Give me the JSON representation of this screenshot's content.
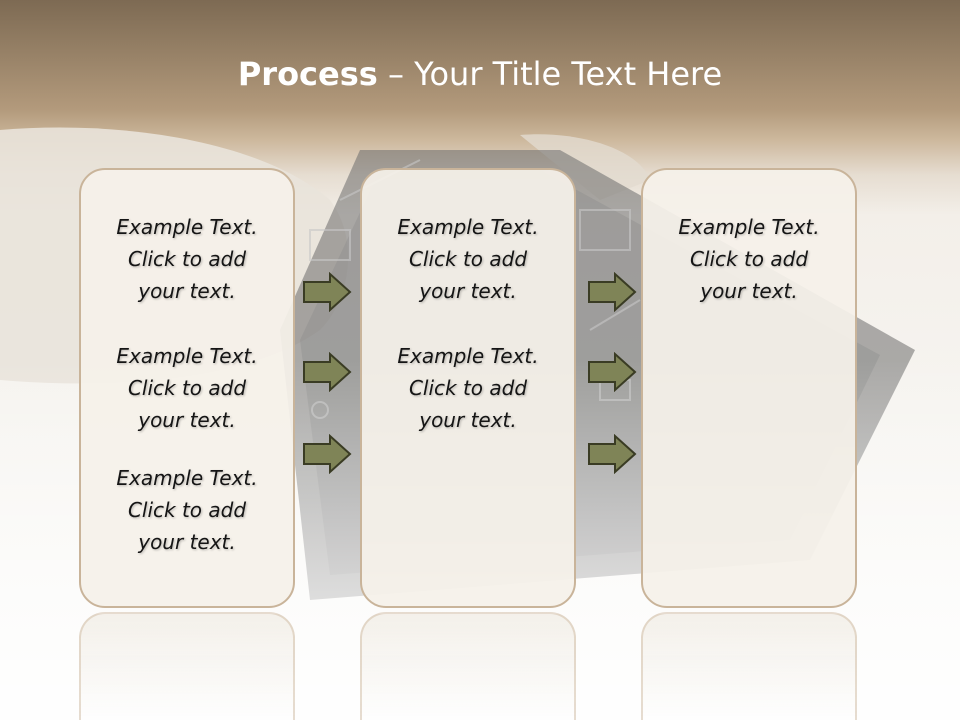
{
  "title": {
    "bold": "Process",
    "rest": " – Your Title Text Here"
  },
  "panels": [
    {
      "paragraphs": [
        [
          "Example Text.",
          "Click  to add",
          "your text."
        ],
        [
          "Example Text.",
          "Click  to add",
          "your text."
        ],
        [
          "Example Text.",
          "Click  to add",
          "your text."
        ]
      ]
    },
    {
      "paragraphs": [
        [
          "Example Text.",
          "Click  to add",
          "your text."
        ],
        [
          "Example Text.",
          "Click  to add",
          "your text."
        ]
      ]
    },
    {
      "paragraphs": [
        [
          "Example Text.",
          "Click  to add",
          "your text."
        ]
      ]
    }
  ],
  "colors": {
    "header": "#8b7559",
    "panel_border": "#c9b49a",
    "arrow_fill": "#7f8457",
    "arrow_stroke": "#3a3c24"
  },
  "icons": {
    "connector": "right-arrow-icon"
  }
}
